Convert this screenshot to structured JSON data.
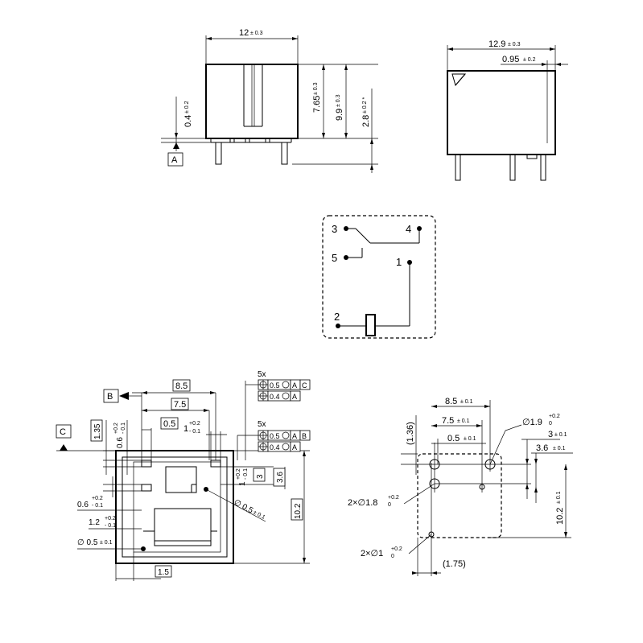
{
  "front_view": {
    "width": "12",
    "width_tol": "± 0.3",
    "height_a": "7.65",
    "height_a_tol": "± 0.3",
    "height_b": "9.9",
    "height_b_tol": "± 0.3",
    "pin_len": "2.8",
    "pin_len_tol": "± 0.2 *",
    "standoff": "0.4",
    "standoff_tol": "± 0.2",
    "datum_a": "A"
  },
  "side_view": {
    "length": "12.9",
    "length_tol": "± 0.3",
    "offset": "0.95",
    "offset_tol": "± 0.2"
  },
  "schematic": {
    "pins": [
      "3",
      "4",
      "5",
      "1",
      "2"
    ]
  },
  "bottom_view": {
    "datum_b": "B",
    "datum_c": "C",
    "d85": "8.5",
    "d75": "7.5",
    "d05": "0.5",
    "d1": "1",
    "d1_tol_up": "+0.2",
    "d1_tol_dn": "- 0.1",
    "d135": "1.35",
    "d06": "0.6",
    "d06_tol_up": "+0.2",
    "d06_tol_dn": "- 0.1",
    "d06b": "0.6",
    "d06b_tol_up": "+0.2",
    "d06b_tol_dn": "- 0.1",
    "d1b": "1",
    "d1b_tol_up": "+0.2",
    "d1b_tol_dn": "- 0.1",
    "d12": "1.2",
    "d12_tol_up": "+0.2",
    "d12_tol_dn": "- 0.1",
    "dia05a": "∅ 0.5",
    "dia05a_tol": "± 0.1",
    "dia05b": "∅ 0.5",
    "dia05b_tol": "± 0.1",
    "d15": "1.5",
    "d3": "3",
    "d36": "3.6",
    "d102": "10.2",
    "fc_count_1": "5x",
    "fc_count_2": "5x",
    "fc1_row1": [
      "0.5",
      "A",
      "C"
    ],
    "fc1_row2": [
      "0.4",
      "A"
    ],
    "fc2_row1": [
      "0.5",
      "A",
      "B"
    ],
    "fc2_row2": [
      "0.4",
      "A"
    ]
  },
  "pcb_layout": {
    "d85": "8.5",
    "d85_tol": "± 0.1",
    "d75": "7.5",
    "d75_tol": "± 0.1",
    "d05": "0.5",
    "d05_tol": "± 0.1",
    "d136": "(1.36)",
    "dia19": "∅1.9",
    "dia19_tol_up": "+0.2",
    "dia19_tol_dn": "0",
    "d3": "3",
    "d3_tol": "± 0.1",
    "d36": "3.6",
    "d36_tol": "± 0.1",
    "d102": "10.2",
    "d102_tol": "± 0.1",
    "hole_18": "2×∅1.8",
    "hole_18_tol_up": "+0.2",
    "hole_18_tol_dn": "0",
    "hole_1": "2×∅1",
    "hole_1_tol_up": "+0.2",
    "hole_1_tol_dn": "0",
    "d175": "(1.75)"
  }
}
